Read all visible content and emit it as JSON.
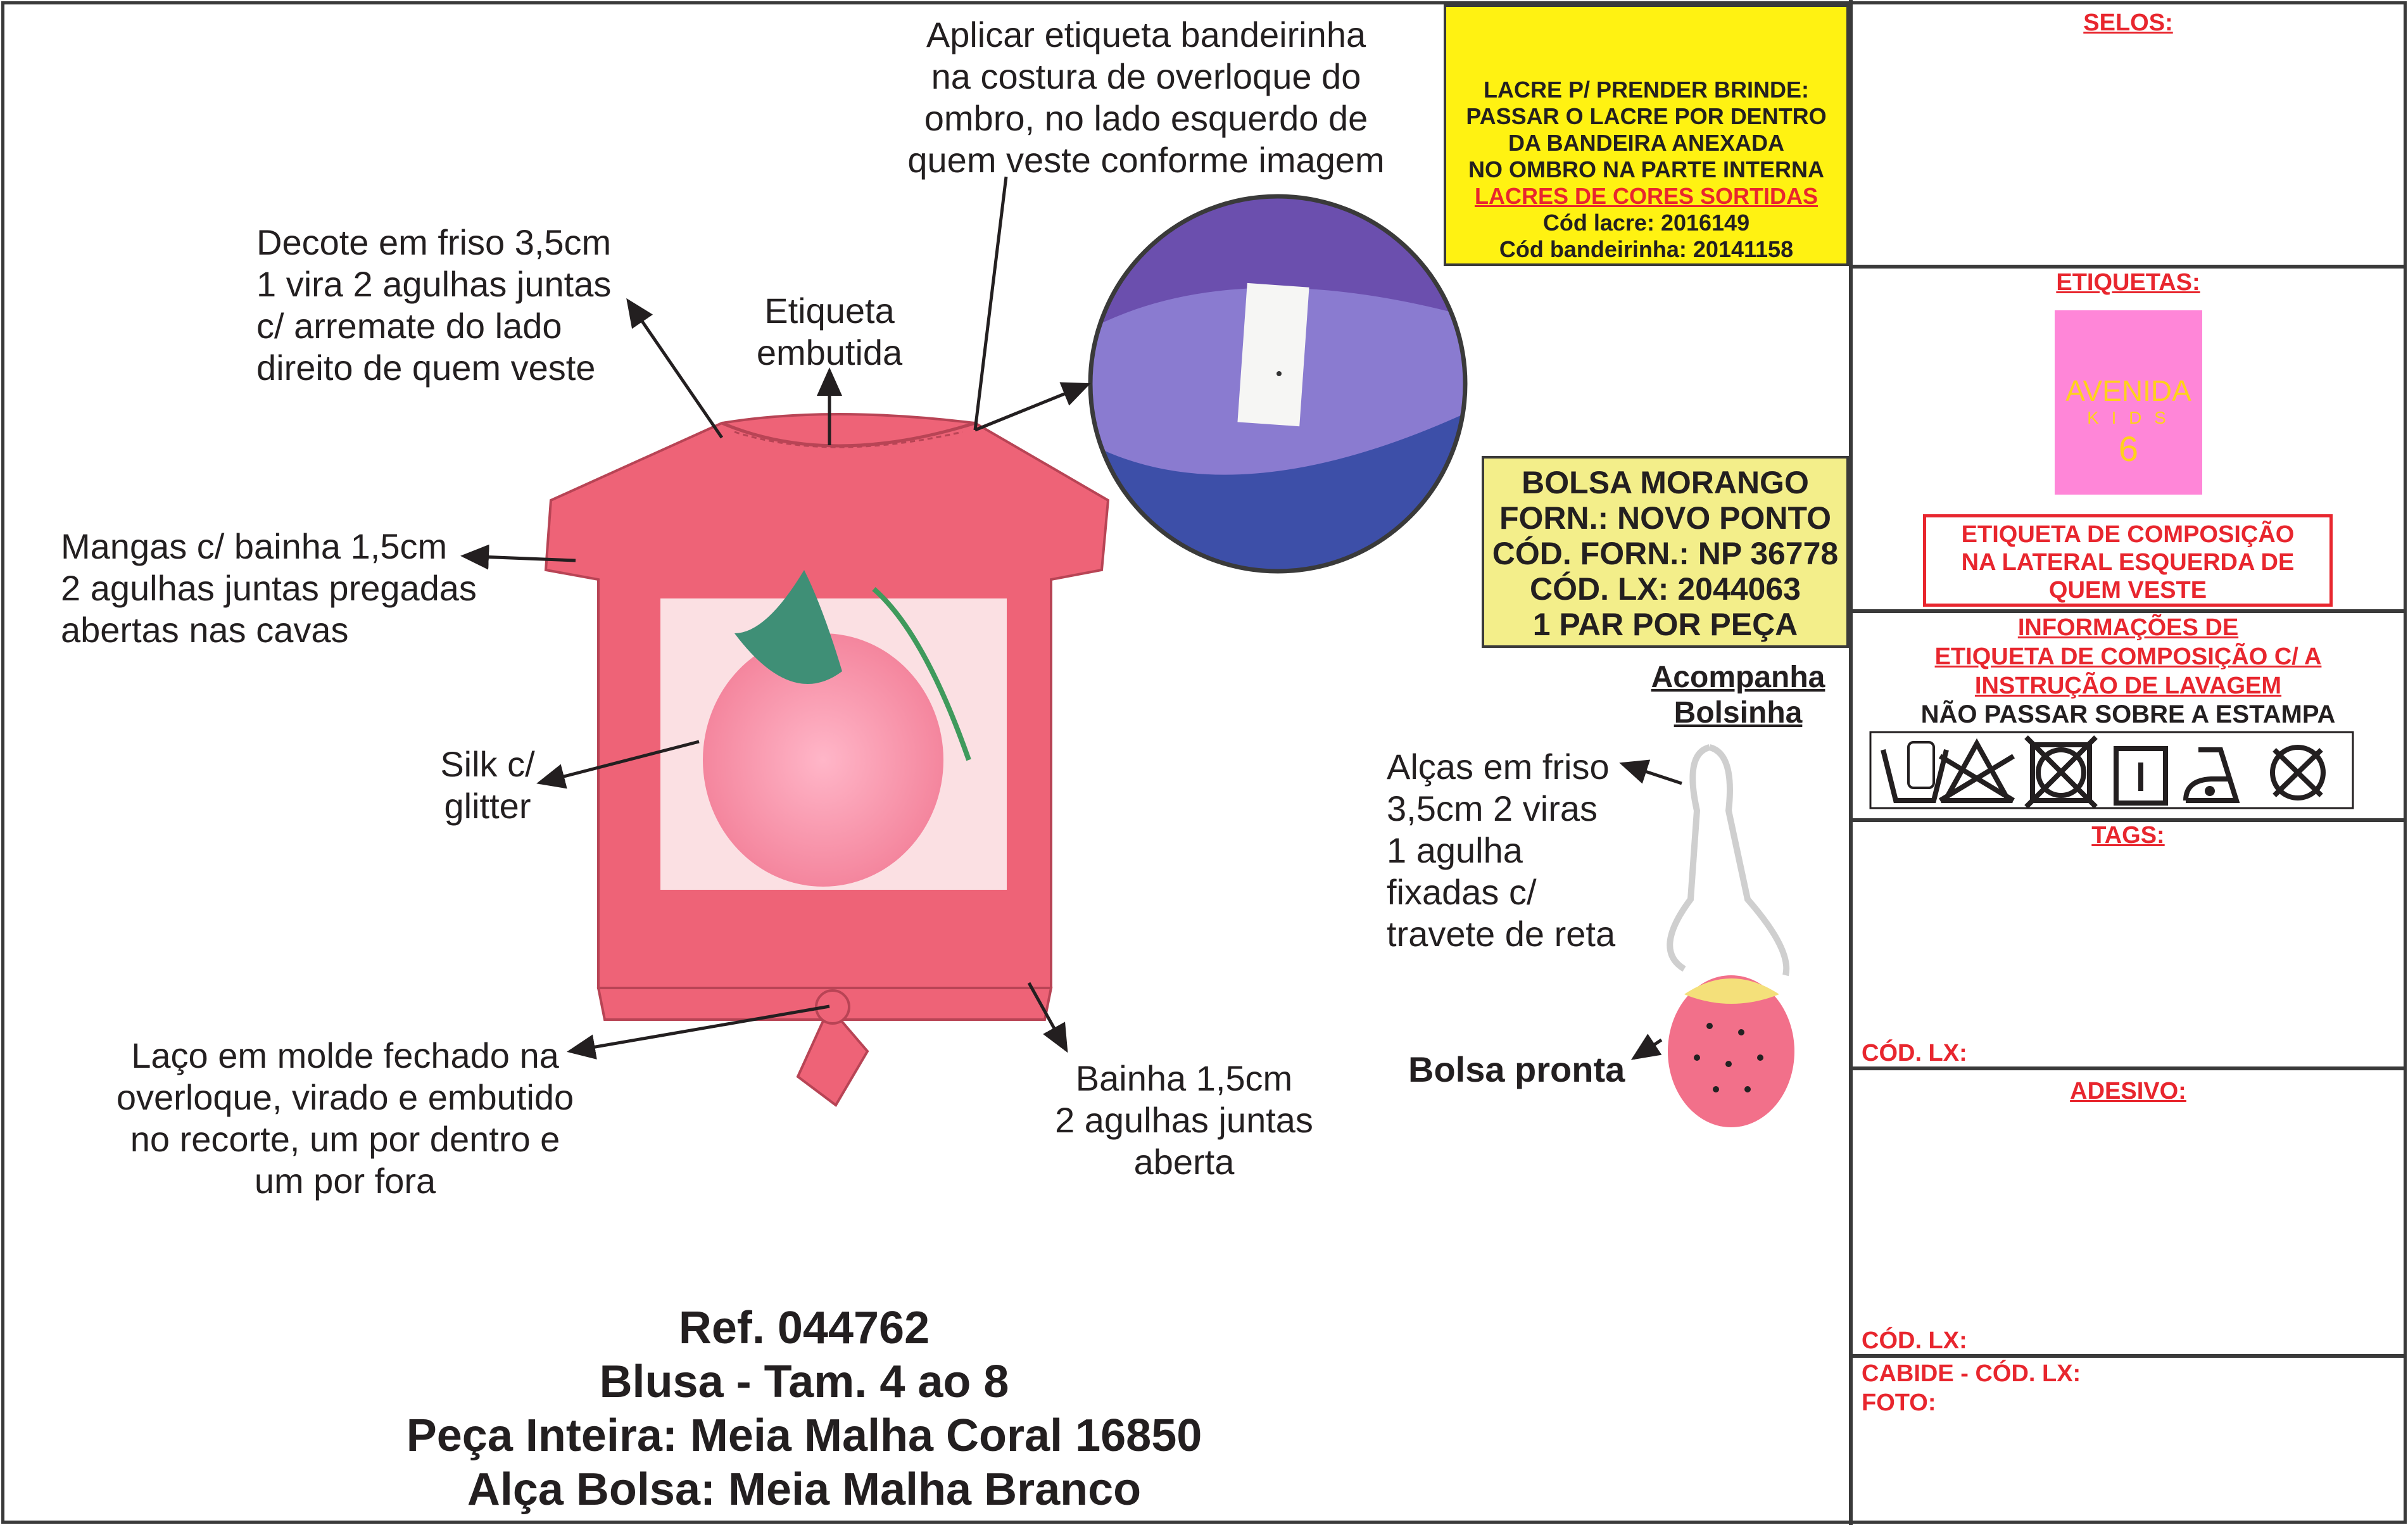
{
  "notes": {
    "bandeirinha": "Aplicar etiqueta bandeirinha\nna costura de overloque do\nombro, no lado esquerdo de\nquem veste conforme imagem",
    "decote": "Decote em friso 3,5cm\n1 vira 2 agulhas juntas\nc/ arremate do lado\ndireito de quem veste",
    "etiqueta_embutida": "Etiqueta\nembutida",
    "mangas": "Mangas c/ bainha 1,5cm\n2 agulhas juntas pregadas\nabertas nas cavas",
    "silk": "Silk c/\nglitter",
    "laco": "Laço em molde fechado na\noverloque, virado e embutido\nno recorte, um por dentro e\num por fora",
    "bainha": "Bainha 1,5cm\n2 agulhas juntas\naberta",
    "alcas": "Alças em friso\n3,5cm 2 viras\n1 agulha\nfixadas c/\ntravete de reta",
    "bolsa_pronta": "Bolsa pronta",
    "acompanha": "Acompanha",
    "bolsinha": "Bolsinha"
  },
  "lacre_box": {
    "lines": [
      "LACRE P/ PRENDER BRINDE:",
      "PASSAR O LACRE POR DENTRO",
      "DA BANDEIRA ANEXADA",
      "NO OMBRO NA PARTE INTERNA"
    ],
    "highlight": "LACRES DE CORES SORTIDAS",
    "cod_lacre": "Cód lacre: 2016149",
    "cod_bandeirinha": "Cód bandeirinha: 20141158"
  },
  "bag_box": {
    "lines": [
      "BOLSA MORANGO",
      "FORN.: NOVO PONTO",
      "CÓD. FORN.: NP 36778",
      "CÓD. LX: 2044063",
      "1 PAR POR PEÇA"
    ]
  },
  "reference": {
    "ref": "Ref. 044762",
    "product": "Blusa - Tam. 4 ao 8",
    "fabric": "Peça Inteira: Meia Malha Coral 16850",
    "strap": "Alça Bolsa: Meia Malha Branco"
  },
  "panel": {
    "selos": "SELOS:",
    "etiquetas": "ETIQUETAS:",
    "label_brand": "AVENIDA",
    "label_sub": "K I D S",
    "label_size": "6",
    "composicao": "ETIQUETA DE COMPOSIÇÃO\nNA LATERAL ESQUERDA DE\nQUEM VESTE",
    "info": "INFORMAÇÕES DE\nETIQUETA DE COMPOSIÇÃO C/ A\nINSTRUÇÃO DE LAVAGEM",
    "nao_passar": "NÃO PASSAR SOBRE A ESTAMPA",
    "tags": "TAGS:",
    "cod_lx_1": "CÓD. LX:",
    "adesivo": "ADESIVO:",
    "cod_lx_2": "CÓD. LX:",
    "cabide": "CABIDE - CÓD. LX:\nFOTO:"
  },
  "colors": {
    "red": "#e8262e",
    "yellow": "#fff212",
    "pale_yellow": "#f3ee8a",
    "coral": "#ee6377",
    "pink_label": "#ff86d8"
  }
}
